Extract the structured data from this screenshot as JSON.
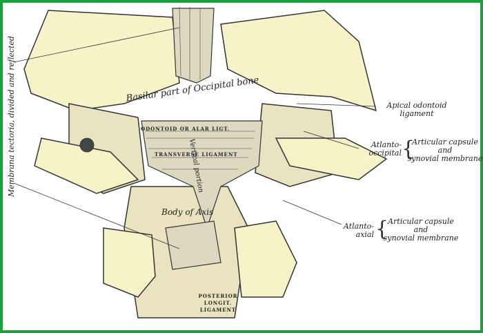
{
  "labels": {
    "membrana_tectoria": "Membrana tectoria, divided and reflected",
    "basilar": "Basilar part of Occipital bone",
    "odontoid_alar": "ODONTOID OR ALAR LIGT.",
    "vertical_portion": "Vertical portion",
    "transverse": "TRANSVERSE LIGAMENT",
    "body_axis": "Body of Axis",
    "posterior_longit_1": "POSTERIOR",
    "posterior_longit_2": "LONGIT.",
    "posterior_longit_3": "LIGAMENT",
    "apical_1": "Apical odontoid",
    "apical_2": "ligament",
    "atlanto_occipital_1": "Atlanto-",
    "atlanto_occipital_2": "occipital",
    "atlanto_axial_1": "Atlanto-",
    "atlanto_axial_2": "axial",
    "capsule_1": "Articular capsule",
    "capsule_2": "and",
    "capsule_3": "synovial membrane"
  },
  "colors": {
    "border": "#17a03c",
    "bone": "#f7f3c8",
    "ink": "#222222"
  }
}
